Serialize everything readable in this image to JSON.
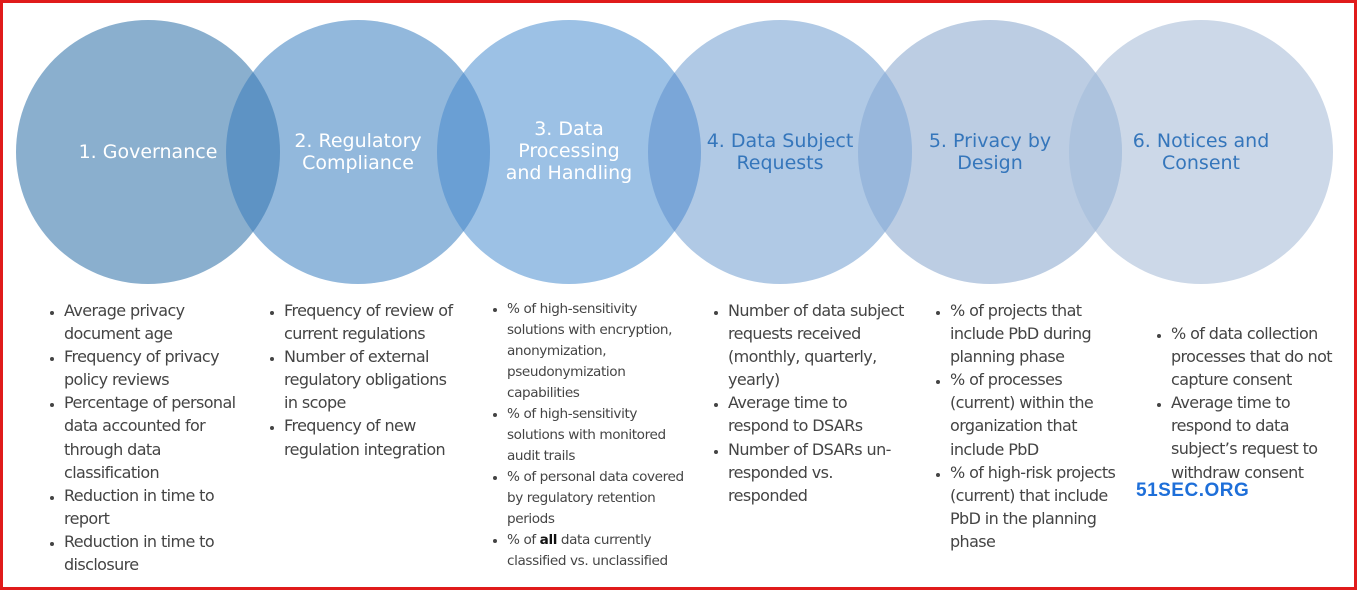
{
  "colors": {
    "circle1": "#8aafce",
    "circle2": "#92b8dc",
    "circle3": "#9cc1e5",
    "circle4": "#b0c9e5",
    "circle5": "#bccde3",
    "circle6": "#ccd8e8",
    "overlap12": "#5e93c4",
    "overlap23": "#6a9fd4",
    "overlap34": "#7aa6d8",
    "overlap45": "#98b7dc",
    "overlap56": "#adc3de",
    "title_light": "#ffffff",
    "title_dark": "#3576bb",
    "border": "#e01b1b",
    "watermark": "#1e6fd9"
  },
  "circles": [
    {
      "title": "1. Governance",
      "title_color": "light"
    },
    {
      "title": "2. Regulatory\nCompliance",
      "title_color": "light"
    },
    {
      "title": "3. Data\nProcessing\nand Handling",
      "title_color": "light"
    },
    {
      "title": "4. Data Subject\nRequests",
      "title_color": "dark"
    },
    {
      "title": "5. Privacy by\nDesign",
      "title_color": "dark"
    },
    {
      "title": "6. Notices and\nConsent",
      "title_color": "dark"
    }
  ],
  "columns": [
    {
      "items": [
        "Average privacy document age",
        "Frequency of privacy policy reviews",
        "Percentage of personal data accounted for through data classification",
        "Reduction in time to report",
        "Reduction in time to disclosure"
      ]
    },
    {
      "items": [
        "Frequency of review of current regulations",
        "Number of external regulatory obligations in scope",
        "Frequency of new regulation integration"
      ]
    },
    {
      "items": [
        "% of high-sensitivity solutions with encryption, anonymization, pseudonymization capabilities",
        "% of high-sensitivity solutions with monitored audit trails",
        "% of personal data covered by regulatory retention periods"
      ],
      "last_item": {
        "prefix": "% of ",
        "bold": "all",
        "suffix": " data currently classified vs. unclassified"
      }
    },
    {
      "items": [
        "Number of data subject requests received (monthly, quarterly, yearly)",
        "Average time to respond to DSARs",
        "Number of DSARs un-responded vs. responded"
      ]
    },
    {
      "items": [
        "% of projects that include PbD during planning phase",
        "% of processes (current) within the organization that include PbD",
        "% of high-risk projects (current) that include PbD in the planning phase"
      ]
    },
    {
      "items": [
        "% of data collection processes that do not capture consent",
        "Average time to respond to data subject’s request to withdraw consent"
      ]
    }
  ],
  "watermark": "51SEC.ORG"
}
